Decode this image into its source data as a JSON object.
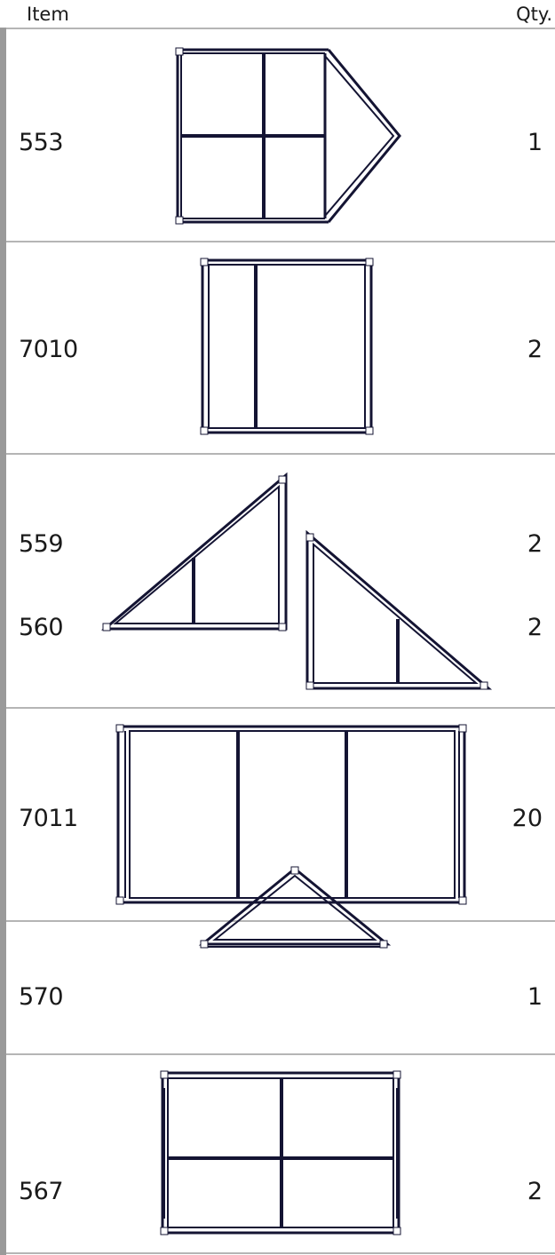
{
  "header": {
    "item_label": "Item",
    "qty_label": "Qty."
  },
  "rows": [
    {
      "items": [
        {
          "item": "553",
          "qty": "1"
        }
      ],
      "shape": "pentagon-window-2x2"
    },
    {
      "items": [
        {
          "item": "7010",
          "qty": "2"
        }
      ],
      "shape": "square-window-one-divider"
    },
    {
      "items": [
        {
          "item": "559",
          "qty": "2"
        },
        {
          "item": "560",
          "qty": "2"
        }
      ],
      "shape": "triangle-window-pair"
    },
    {
      "items": [
        {
          "item": "7011",
          "qty": "20"
        }
      ],
      "shape": "wide-window-three-panes"
    },
    {
      "items": [
        {
          "item": "570",
          "qty": "1"
        }
      ],
      "shape": "gable-triangle"
    },
    {
      "items": [
        {
          "item": "567",
          "qty": "2"
        }
      ],
      "shape": "window-2x2"
    }
  ]
}
